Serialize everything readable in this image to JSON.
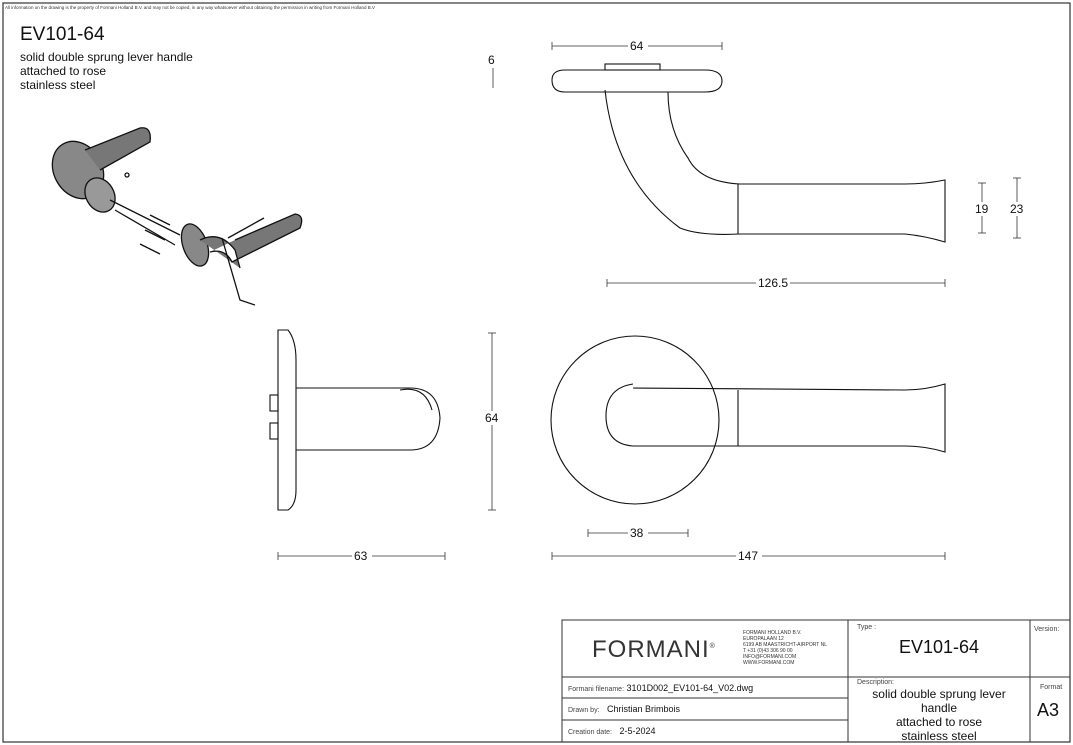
{
  "notice": "All information on the drawing is the property of Formani Holland B.V. and may not be copied, in any way whatsoever without obtaining the permission in writing from Formani Holland B.V",
  "header": {
    "title": "EV101-64",
    "description_lines": [
      "solid double sprung lever handle",
      "attached to rose",
      "stainless steel"
    ]
  },
  "dimensions": {
    "rose_width_top": "64",
    "rose_thickness": "6",
    "lever_end_inner": "19",
    "lever_end_outer": "23",
    "lever_length_top": "126.5",
    "rose_diameter": "64",
    "inner_span": "38",
    "total_length": "147",
    "projection": "63"
  },
  "title_block": {
    "brand": "FORMANI",
    "brand_mark": "®",
    "company_lines": [
      "FORMANI HOLLAND B.V.",
      "EUROPALAAN 12",
      "6199 AB MAASTRICHT-AIRPORT NL",
      "T +31 (0)43 306 90 00",
      "INFO@FORMANI.COM",
      "WWW.FORMANI.COM"
    ],
    "type_label": "Type :",
    "type_value": "EV101-64",
    "version_label": "Version:",
    "filename_label": "Formani filename:",
    "filename_value": "3101D002_EV101-64_V02.dwg",
    "drawn_label": "Drawn by:",
    "drawn_value": "Christian Brimbois",
    "date_label": "Creation date:",
    "date_value": "2-5-2024",
    "description_label": "Description:",
    "description_lines": [
      "solid double sprung lever",
      "handle",
      "attached to rose",
      "stainless steel"
    ],
    "format_label": "Format",
    "format_value": "A3"
  }
}
